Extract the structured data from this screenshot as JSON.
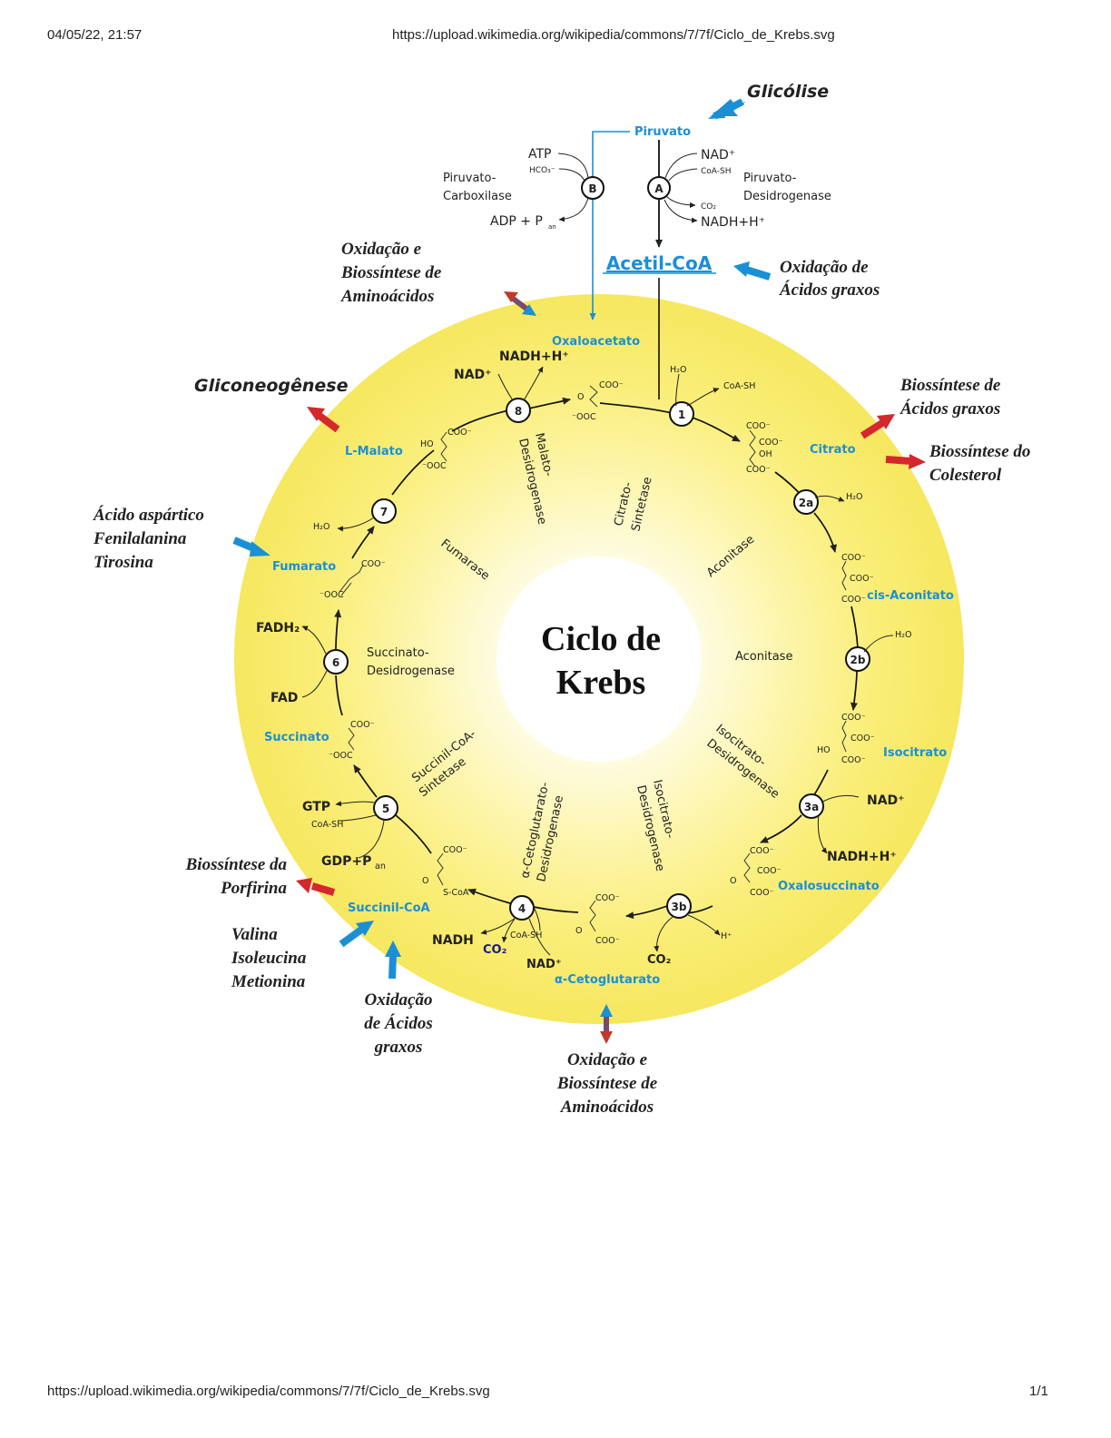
{
  "header": {
    "datetime": "04/05/22, 21:57",
    "url_top": "https://upload.wikimedia.org/wikipedia/commons/7/7f/Ciclo_de_Krebs.svg"
  },
  "footer": {
    "url_bottom": "https://upload.wikimedia.org/wikipedia/commons/7/7f/Ciclo_de_Krebs.svg",
    "page": "1/1"
  },
  "center": {
    "line1": "Ciclo de",
    "line2": "Krebs"
  },
  "top": {
    "glicolise": "Glicólise",
    "piruvato": "Piruvato",
    "acetil_coa": "Acetil-CoA",
    "atp": "ATP",
    "hco3": "HCO₃⁻",
    "adp_pan": "ADP + P",
    "adp_sub": "an",
    "piruvato_carboxilase_1": "Piruvato-",
    "piruvato_carboxilase_2": "Carboxilase",
    "nad_plus": "NAD⁺",
    "coa_sh": "CoA-SH",
    "co2": "CO₂",
    "nadh_h": "NADH+H⁺",
    "piruvato_desidrogenase_1": "Piruvato-",
    "piruvato_desidrogenase_2": "Desidrogenase",
    "step_a": "A",
    "step_b": "B"
  },
  "steps": {
    "s1": "1",
    "s2a": "2a",
    "s2b": "2b",
    "s3a": "3a",
    "s3b": "3b",
    "s4": "4",
    "s5": "5",
    "s6": "6",
    "s7": "7",
    "s8": "8"
  },
  "metabolites": {
    "oxaloacetato": "Oxaloacetato",
    "citrato": "Citrato",
    "cis_aconitato": "cis-Aconitato",
    "isocitrato": "Isocitrato",
    "oxalosuccinato": "Oxalosuccinato",
    "a_cetoglutarato": "α-Cetoglutarato",
    "succinil_coa": "Succinil-CoA",
    "succinato": "Succinato",
    "fumarato": "Fumarato",
    "l_malato": "L-Malato"
  },
  "enzymes": {
    "citrato_sintetase_1": "Citrato-",
    "citrato_sintetase_2": "Sintetase",
    "aconitase_a": "Aconitase",
    "aconitase_b": "Aconitase",
    "isocitrato_desid_a_1": "Isocitrato-",
    "isocitrato_desid_a_2": "Desidrogenase",
    "isocitrato_desid_b_1": "Isocitrato-",
    "isocitrato_desid_b_2": "Desidrogenase",
    "a_ceto_desid_1": "α-Cetoglutarato-",
    "a_ceto_desid_2": "Desidrogenase",
    "succinil_coa_sint_1": "Succinil-CoA-",
    "succinil_coa_sint_2": "Sintetase",
    "succinato_desid_1": "Succinato-",
    "succinato_desid_2": "Desidrogenase",
    "fumarase": "Fumarase",
    "malato_desid_1": "Malato-",
    "malato_desid_2": "Desidrogenase"
  },
  "cofactors": {
    "h2o_1": "H₂O",
    "coa_sh_1": "CoA-SH",
    "h2o_2a": "H₂O",
    "h2o_2b": "H₂O",
    "nad_3a": "NAD⁺",
    "nadh_3a": "NADH+H⁺",
    "co2_3b": "CO₂",
    "h_3b": "H⁺",
    "nad_4": "NAD⁺",
    "nadh_4": "NADH",
    "co2_4": "CO₂",
    "coa_sh_4": "CoA-SH",
    "gtp_5": "GTP",
    "coa_sh_5": "CoA-SH",
    "gdp_5": "GDP+P",
    "gdp_sub": "an",
    "fadh2_6": "FADH₂",
    "fad_6": "FAD",
    "h2o_7": "H₂O",
    "nad_8": "NAD⁺",
    "nadh_8": "NADH+H⁺"
  },
  "chem_labels": {
    "coo": "COO⁻",
    "ooc": "⁻OOC",
    "oh": "OH",
    "ho": "HO",
    "o": "O",
    "s_coa": "S-CoA"
  },
  "pathways": {
    "ox_bio_amino_top_1": "Oxidação e",
    "ox_bio_amino_top_2": "Biossíntese de",
    "ox_bio_amino_top_3": "Aminoácidos",
    "ox_acidos_top_1": "Oxidação de",
    "ox_acidos_top_2": "Ácidos graxos",
    "gliconeogenese": "Gliconeogênese",
    "bio_acidos_1": "Biossíntese de",
    "bio_acidos_2": "Ácidos graxos",
    "bio_colesterol_1": "Biossíntese do",
    "bio_colesterol_2": "Colesterol",
    "aspartico_1": "Ácido aspártico",
    "aspartico_2": "Fenilalanina",
    "aspartico_3": "Tirosina",
    "porfirina_1": "Biossíntese da",
    "porfirina_2": "Porfirina",
    "valina_1": "Valina",
    "valina_2": "Isoleucina",
    "valina_3": "Metionina",
    "ox_acidos_bot_1": "Oxidação",
    "ox_acidos_bot_2": "de Ácidos",
    "ox_acidos_bot_3": "graxos",
    "ox_bio_amino_bot_1": "Oxidação e",
    "ox_bio_amino_bot_2": "Biossíntese de",
    "ox_bio_amino_bot_3": "Aminoácidos"
  },
  "colors": {
    "ring_outer": "#f9ed6a",
    "ring_inner": "#fffbe0",
    "accent_blue": "#1b8fd6",
    "arrow_red": "#d4282c",
    "arrow_purple": "#7a4a6e",
    "carbon_red": "#e0302a",
    "carbon_pink": "#d63aa0",
    "carbon_blue": "#2a3fbf"
  }
}
